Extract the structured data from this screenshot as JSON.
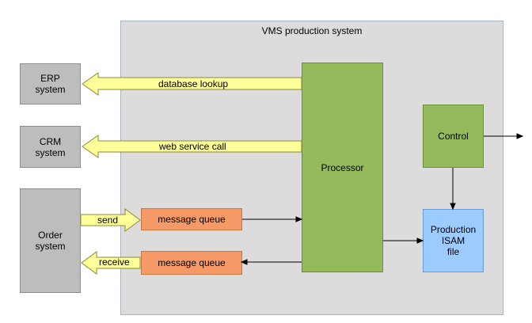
{
  "container": {
    "title": "VMS production system"
  },
  "nodes": {
    "erp": "ERP\nsystem",
    "crm": "CRM\nsystem",
    "order": "Order\nsystem",
    "processor": "Processor",
    "control": "Control",
    "isam": "Production\nISAM\nfile",
    "queue_in": "message queue",
    "queue_out": "message queue"
  },
  "flows": {
    "database_lookup": "database lookup",
    "web_service_call": "web service call",
    "send": "send",
    "receive": "receive"
  },
  "colors": {
    "external_system": "#bdbdbd",
    "processor": "#93bb5c",
    "queue": "#f59a66",
    "storage": "#9ccbff",
    "fat_arrow": "#ffff99"
  }
}
